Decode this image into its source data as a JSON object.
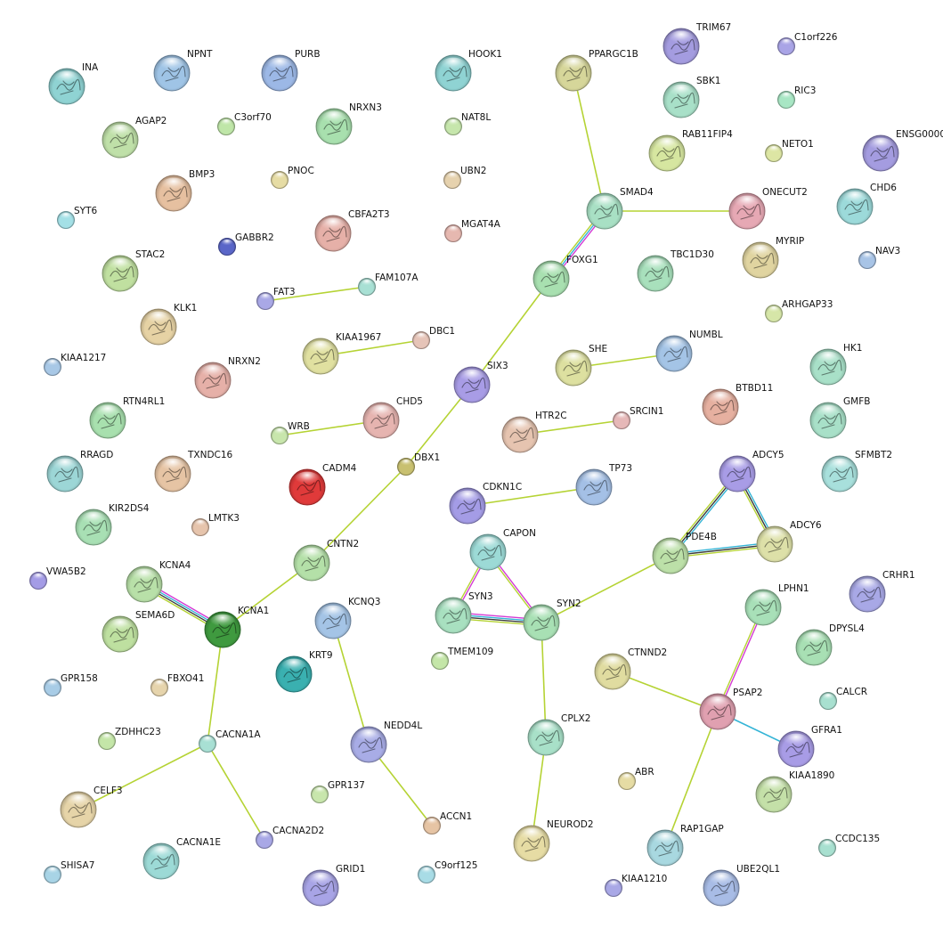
{
  "network": {
    "nodes": [
      {
        "id": "INA",
        "label": "INA",
        "color": "#8fd3d3",
        "size": "large",
        "structure": true
      },
      {
        "id": "NPNT",
        "label": "NPNT",
        "color": "#9fc4e6",
        "size": "large",
        "structure": true
      },
      {
        "id": "PURB",
        "label": "PURB",
        "color": "#9cb8e6",
        "size": "large",
        "structure": true
      },
      {
        "id": "HOOK1",
        "label": "HOOK1",
        "color": "#8fd3d3",
        "size": "large",
        "structure": true
      },
      {
        "id": "PPARGC1B",
        "label": "PPARGC1B",
        "color": "#d6d69a",
        "size": "large",
        "structure": true
      },
      {
        "id": "TRIM67",
        "label": "TRIM67",
        "color": "#a49ce0",
        "size": "large",
        "structure": true
      },
      {
        "id": "C1orf226",
        "label": "C1orf226",
        "color": "#a9a4e6",
        "size": "small",
        "structure": false
      },
      {
        "id": "AGAP2",
        "label": "AGAP2",
        "color": "#bfe0a8",
        "size": "large",
        "structure": true
      },
      {
        "id": "C3orf70",
        "label": "C3orf70",
        "color": "#bfe6a8",
        "size": "small",
        "structure": false
      },
      {
        "id": "NRXN3",
        "label": "NRXN3",
        "color": "#a8e0ae",
        "size": "large",
        "structure": true
      },
      {
        "id": "NAT8L",
        "label": "NAT8L",
        "color": "#c6e6ac",
        "size": "small",
        "structure": false
      },
      {
        "id": "SBK1",
        "label": "SBK1",
        "color": "#a8e0c8",
        "size": "large",
        "structure": true
      },
      {
        "id": "RIC3",
        "label": "RIC3",
        "color": "#a8e6c4",
        "size": "small",
        "structure": false
      },
      {
        "id": "RAB11FIP4",
        "label": "RAB11FIP4",
        "color": "#d6e6a0",
        "size": "large",
        "structure": true
      },
      {
        "id": "NETO1",
        "label": "NETO1",
        "color": "#dde6a4",
        "size": "small",
        "structure": false
      },
      {
        "id": "ENSG0000",
        "label": "ENSG0000",
        "color": "#a49ce0",
        "size": "large",
        "structure": true
      },
      {
        "id": "BMP3",
        "label": "BMP3",
        "color": "#e6c0a0",
        "size": "large",
        "structure": true
      },
      {
        "id": "PNOC",
        "label": "PNOC",
        "color": "#e6dca4",
        "size": "small",
        "structure": false
      },
      {
        "id": "UBN2",
        "label": "UBN2",
        "color": "#e6d2ae",
        "size": "small",
        "structure": false
      },
      {
        "id": "SMAD4",
        "label": "SMAD4",
        "color": "#a8e0c4",
        "size": "large",
        "structure": true
      },
      {
        "id": "ONECUT2",
        "label": "ONECUT2",
        "color": "#e6a8b4",
        "size": "large",
        "structure": true
      },
      {
        "id": "CHD6",
        "label": "CHD6",
        "color": "#9cdada",
        "size": "large",
        "structure": true
      },
      {
        "id": "SYT6",
        "label": "SYT6",
        "color": "#a4e0e6",
        "size": "small",
        "structure": false
      },
      {
        "id": "GABBR2",
        "label": "GABBR2",
        "color": "#5a66c8",
        "size": "small",
        "structure": false
      },
      {
        "id": "CBFA2T3",
        "label": "CBFA2T3",
        "color": "#e6b0a8",
        "size": "large",
        "structure": true
      },
      {
        "id": "MGAT4A",
        "label": "MGAT4A",
        "color": "#e6b8b0",
        "size": "small",
        "structure": false
      },
      {
        "id": "NAV3",
        "label": "NAV3",
        "color": "#a8c4e6",
        "size": "small",
        "structure": false
      },
      {
        "id": "STAC2",
        "label": "STAC2",
        "color": "#c0e0a0",
        "size": "large",
        "structure": true
      },
      {
        "id": "FAM107A",
        "label": "FAM107A",
        "color": "#a8e0d4",
        "size": "small",
        "structure": false
      },
      {
        "id": "FOXG1",
        "label": "FOXG1",
        "color": "#a8e0b0",
        "size": "large",
        "structure": true
      },
      {
        "id": "TBC1D30",
        "label": "TBC1D30",
        "color": "#a8e0bc",
        "size": "large",
        "structure": true
      },
      {
        "id": "MYRIP",
        "label": "MYRIP",
        "color": "#e0d4a0",
        "size": "large",
        "structure": true
      },
      {
        "id": "FAT3",
        "label": "FAT3",
        "color": "#a9a8e6",
        "size": "small",
        "structure": false
      },
      {
        "id": "ARHGAP33",
        "label": "ARHGAP33",
        "color": "#d6e6a8",
        "size": "small",
        "structure": false
      },
      {
        "id": "KLK1",
        "label": "KLK1",
        "color": "#e6d2a4",
        "size": "large",
        "structure": true
      },
      {
        "id": "KIAA1967",
        "label": "KIAA1967",
        "color": "#e0e0a0",
        "size": "large",
        "structure": true
      },
      {
        "id": "DBC1",
        "label": "DBC1",
        "color": "#e6c4b8",
        "size": "small",
        "structure": false
      },
      {
        "id": "KIAA1217",
        "label": "KIAA1217",
        "color": "#a8c8e6",
        "size": "small",
        "structure": false
      },
      {
        "id": "NRXN2",
        "label": "NRXN2",
        "color": "#e6b0a8",
        "size": "large",
        "structure": true
      },
      {
        "id": "SIX3",
        "label": "SIX3",
        "color": "#a89ce6",
        "size": "large",
        "structure": true
      },
      {
        "id": "SHE",
        "label": "SHE",
        "color": "#dde0a0",
        "size": "large",
        "structure": true
      },
      {
        "id": "NUMBL",
        "label": "NUMBL",
        "color": "#a4c4e6",
        "size": "large",
        "structure": true
      },
      {
        "id": "HK1",
        "label": "HK1",
        "color": "#a8e0c8",
        "size": "large",
        "structure": true
      },
      {
        "id": "RTN4RL1",
        "label": "RTN4RL1",
        "color": "#a8e0ae",
        "size": "large",
        "structure": true
      },
      {
        "id": "CHD5",
        "label": "CHD5",
        "color": "#e6b4b0",
        "size": "large",
        "structure": true
      },
      {
        "id": "BTBD11",
        "label": "BTBD11",
        "color": "#e6b0a0",
        "size": "large",
        "structure": true
      },
      {
        "id": "GMFB",
        "label": "GMFB",
        "color": "#a8e0c8",
        "size": "large",
        "structure": true
      },
      {
        "id": "WRB",
        "label": "WRB",
        "color": "#c8e6ac",
        "size": "small",
        "structure": false
      },
      {
        "id": "HTR2C",
        "label": "HTR2C",
        "color": "#e6c4b0",
        "size": "large",
        "structure": true
      },
      {
        "id": "SRCIN1",
        "label": "SRCIN1",
        "color": "#e6b8b8",
        "size": "small",
        "structure": false
      },
      {
        "id": "RRAGD",
        "label": "RRAGD",
        "color": "#9cd6d6",
        "size": "large",
        "structure": true
      },
      {
        "id": "TXNDC16",
        "label": "TXNDC16",
        "color": "#e6c4a4",
        "size": "large",
        "structure": true
      },
      {
        "id": "CADM4",
        "label": "CADM4",
        "color": "#e03a3a",
        "size": "large",
        "structure": true
      },
      {
        "id": "DBX1",
        "label": "DBX1",
        "color": "#c8c070",
        "size": "small",
        "structure": false
      },
      {
        "id": "CDKN1C",
        "label": "CDKN1C",
        "color": "#a49ce6",
        "size": "large",
        "structure": true
      },
      {
        "id": "TP73",
        "label": "TP73",
        "color": "#a4c0e6",
        "size": "large",
        "structure": true
      },
      {
        "id": "ADCY5",
        "label": "ADCY5",
        "color": "#a89ce6",
        "size": "large",
        "structure": true
      },
      {
        "id": "SFMBT2",
        "label": "SFMBT2",
        "color": "#a8e0dc",
        "size": "large",
        "structure": true
      },
      {
        "id": "KIR2DS4",
        "label": "KIR2DS4",
        "color": "#a8e0b4",
        "size": "large",
        "structure": true
      },
      {
        "id": "LMTK3",
        "label": "LMTK3",
        "color": "#e6c4ac",
        "size": "small",
        "structure": false
      },
      {
        "id": "CNTN2",
        "label": "CNTN2",
        "color": "#b4e0a8",
        "size": "large",
        "structure": true
      },
      {
        "id": "CAPON",
        "label": "CAPON",
        "color": "#9cdad6",
        "size": "large",
        "structure": true
      },
      {
        "id": "PDE4B",
        "label": "PDE4B",
        "color": "#bce0a8",
        "size": "large",
        "structure": true
      },
      {
        "id": "ADCY6",
        "label": "ADCY6",
        "color": "#dde0a8",
        "size": "large",
        "structure": true
      },
      {
        "id": "VWA5B2",
        "label": "VWA5B2",
        "color": "#a49ce6",
        "size": "small",
        "structure": false
      },
      {
        "id": "KCNA4",
        "label": "KCNA4",
        "color": "#b8e0a8",
        "size": "large",
        "structure": true
      },
      {
        "id": "CRHR1",
        "label": "CRHR1",
        "color": "#a8a8e6",
        "size": "large",
        "structure": true
      },
      {
        "id": "KCNA1",
        "label": "KCNA1",
        "color": "#3f9a3f",
        "size": "large",
        "structure": true
      },
      {
        "id": "KCNQ3",
        "label": "KCNQ3",
        "color": "#a4c4e6",
        "size": "large",
        "structure": true
      },
      {
        "id": "SYN3",
        "label": "SYN3",
        "color": "#a8e0c0",
        "size": "large",
        "structure": true
      },
      {
        "id": "SYN2",
        "label": "SYN2",
        "color": "#a8e0b4",
        "size": "large",
        "structure": true
      },
      {
        "id": "LPHN1",
        "label": "LPHN1",
        "color": "#a8e0b8",
        "size": "large",
        "structure": true
      },
      {
        "id": "SEMA6D",
        "label": "SEMA6D",
        "color": "#bee0a0",
        "size": "large",
        "structure": true
      },
      {
        "id": "DPYSL4",
        "label": "DPYSL4",
        "color": "#a8e0b4",
        "size": "large",
        "structure": true
      },
      {
        "id": "TMEM109",
        "label": "TMEM109",
        "color": "#c4e6a8",
        "size": "small",
        "structure": false
      },
      {
        "id": "KRT9",
        "label": "KRT9",
        "color": "#3ab0b0",
        "size": "large",
        "structure": true
      },
      {
        "id": "CTNND2",
        "label": "CTNND2",
        "color": "#e0dca0",
        "size": "large",
        "structure": true
      },
      {
        "id": "GPR158",
        "label": "GPR158",
        "color": "#a8cce6",
        "size": "small",
        "structure": false
      },
      {
        "id": "FBXO41",
        "label": "FBXO41",
        "color": "#e6d4ac",
        "size": "small",
        "structure": false
      },
      {
        "id": "CALCR",
        "label": "CALCR",
        "color": "#a8e0d0",
        "size": "small",
        "structure": false
      },
      {
        "id": "PSAP2",
        "label": "PSAP2",
        "color": "#e0a0b0",
        "size": "large",
        "structure": true
      },
      {
        "id": "ZDHHC23",
        "label": "ZDHHC23",
        "color": "#c4e6a8",
        "size": "small",
        "structure": false
      },
      {
        "id": "CACNA1A",
        "label": "CACNA1A",
        "color": "#a8e0d4",
        "size": "small",
        "structure": false
      },
      {
        "id": "NEDD4L",
        "label": "NEDD4L",
        "color": "#a8ace6",
        "size": "large",
        "structure": true
      },
      {
        "id": "CPLX2",
        "label": "CPLX2",
        "color": "#a8e0c8",
        "size": "large",
        "structure": true
      },
      {
        "id": "GFRA1",
        "label": "GFRA1",
        "color": "#a89ce6",
        "size": "large",
        "structure": true
      },
      {
        "id": "ABR",
        "label": "ABR",
        "color": "#e6dca4",
        "size": "small",
        "structure": false
      },
      {
        "id": "KIAA1890",
        "label": "KIAA1890",
        "color": "#c4e0a8",
        "size": "large",
        "structure": true
      },
      {
        "id": "CELF3",
        "label": "CELF3",
        "color": "#e6d4a8",
        "size": "large",
        "structure": true
      },
      {
        "id": "GPR137",
        "label": "GPR137",
        "color": "#c8e6ac",
        "size": "small",
        "structure": false
      },
      {
        "id": "ACCN1",
        "label": "ACCN1",
        "color": "#e6c4a4",
        "size": "small",
        "structure": false
      },
      {
        "id": "NEUROD2",
        "label": "NEUROD2",
        "color": "#e6dca4",
        "size": "large",
        "structure": true
      },
      {
        "id": "CACNA2D2",
        "label": "CACNA2D2",
        "color": "#a9a8e6",
        "size": "small",
        "structure": false
      },
      {
        "id": "RAP1GAP",
        "label": "RAP1GAP",
        "color": "#a8d8e0",
        "size": "large",
        "structure": true
      },
      {
        "id": "CCDC135",
        "label": "CCDC135",
        "color": "#a8e0d0",
        "size": "small",
        "structure": false
      },
      {
        "id": "CACNA1E",
        "label": "CACNA1E",
        "color": "#9cdad6",
        "size": "large",
        "structure": true
      },
      {
        "id": "SHISA7",
        "label": "SHISA7",
        "color": "#a8d4e6",
        "size": "small",
        "structure": false
      },
      {
        "id": "GRID1",
        "label": "GRID1",
        "color": "#a8a4e6",
        "size": "large",
        "structure": true
      },
      {
        "id": "C9orf125",
        "label": "C9orf125",
        "color": "#a8dce6",
        "size": "small",
        "structure": false
      },
      {
        "id": "KIAA1210",
        "label": "KIAA1210",
        "color": "#a9a8e6",
        "size": "small",
        "structure": false
      },
      {
        "id": "UBE2QL1",
        "label": "UBE2QL1",
        "color": "#a8bce6",
        "size": "large",
        "structure": true
      }
    ],
    "edges": [
      {
        "source": "PPARGC1B",
        "target": "SMAD4",
        "evidence": [
          "textmining"
        ]
      },
      {
        "source": "SMAD4",
        "target": "ONECUT2",
        "evidence": [
          "textmining"
        ]
      },
      {
        "source": "SMAD4",
        "target": "FOXG1",
        "evidence": [
          "experiments",
          "database",
          "textmining"
        ]
      },
      {
        "source": "FOXG1",
        "target": "SIX3",
        "evidence": [
          "textmining"
        ]
      },
      {
        "source": "SIX3",
        "target": "DBX1",
        "evidence": [
          "textmining"
        ]
      },
      {
        "source": "DBX1",
        "target": "CNTN2",
        "evidence": [
          "textmining"
        ]
      },
      {
        "source": "CNTN2",
        "target": "KCNA1",
        "evidence": [
          "textmining"
        ]
      },
      {
        "source": "KCNA4",
        "target": "KCNA1",
        "evidence": [
          "experiments",
          "database",
          "coexpression",
          "textmining"
        ]
      },
      {
        "source": "KCNA1",
        "target": "CACNA1A",
        "evidence": [
          "textmining"
        ]
      },
      {
        "source": "CACNA1A",
        "target": "CELF3",
        "evidence": [
          "textmining"
        ]
      },
      {
        "source": "CACNA1A",
        "target": "CACNA2D2",
        "evidence": [
          "textmining"
        ]
      },
      {
        "source": "FAT3",
        "target": "FAM107A",
        "evidence": [
          "textmining"
        ]
      },
      {
        "source": "KIAA1967",
        "target": "DBC1",
        "evidence": [
          "textmining"
        ]
      },
      {
        "source": "WRB",
        "target": "CHD5",
        "evidence": [
          "textmining"
        ]
      },
      {
        "source": "SHE",
        "target": "NUMBL",
        "evidence": [
          "textmining"
        ]
      },
      {
        "source": "HTR2C",
        "target": "SRCIN1",
        "evidence": [
          "textmining"
        ]
      },
      {
        "source": "CDKN1C",
        "target": "TP73",
        "evidence": [
          "textmining"
        ]
      },
      {
        "source": "ADCY5",
        "target": "ADCY6",
        "evidence": [
          "database",
          "coexpression",
          "textmining"
        ]
      },
      {
        "source": "ADCY5",
        "target": "PDE4B",
        "evidence": [
          "database",
          "coexpression",
          "textmining"
        ]
      },
      {
        "source": "PDE4B",
        "target": "ADCY6",
        "evidence": [
          "database",
          "coexpression",
          "textmining"
        ]
      },
      {
        "source": "PDE4B",
        "target": "SYN2",
        "evidence": [
          "textmining"
        ]
      },
      {
        "source": "CAPON",
        "target": "SYN3",
        "evidence": [
          "experiments",
          "textmining"
        ]
      },
      {
        "source": "CAPON",
        "target": "SYN2",
        "evidence": [
          "experiments",
          "textmining"
        ]
      },
      {
        "source": "SYN3",
        "target": "SYN2",
        "evidence": [
          "experiments",
          "database",
          "coexpression",
          "textmining"
        ]
      },
      {
        "source": "SYN2",
        "target": "CPLX2",
        "evidence": [
          "textmining"
        ]
      },
      {
        "source": "CPLX2",
        "target": "NEUROD2",
        "evidence": [
          "textmining"
        ]
      },
      {
        "source": "KCNQ3",
        "target": "NEDD4L",
        "evidence": [
          "textmining"
        ]
      },
      {
        "source": "NEDD4L",
        "target": "ACCN1",
        "evidence": [
          "textmining"
        ]
      },
      {
        "source": "LPHN1",
        "target": "PSAP2",
        "evidence": [
          "experiments",
          "textmining"
        ]
      },
      {
        "source": "CTNND2",
        "target": "PSAP2",
        "evidence": [
          "textmining"
        ]
      },
      {
        "source": "PSAP2",
        "target": "GFRA1",
        "evidence": [
          "database"
        ]
      },
      {
        "source": "PSAP2",
        "target": "RAP1GAP",
        "evidence": [
          "textmining"
        ]
      }
    ],
    "evidence_colors": {
      "textmining": "#b5d334",
      "experiments": "#d43bd4",
      "database": "#33b4d6",
      "coexpression": "#3d3d3d"
    }
  }
}
